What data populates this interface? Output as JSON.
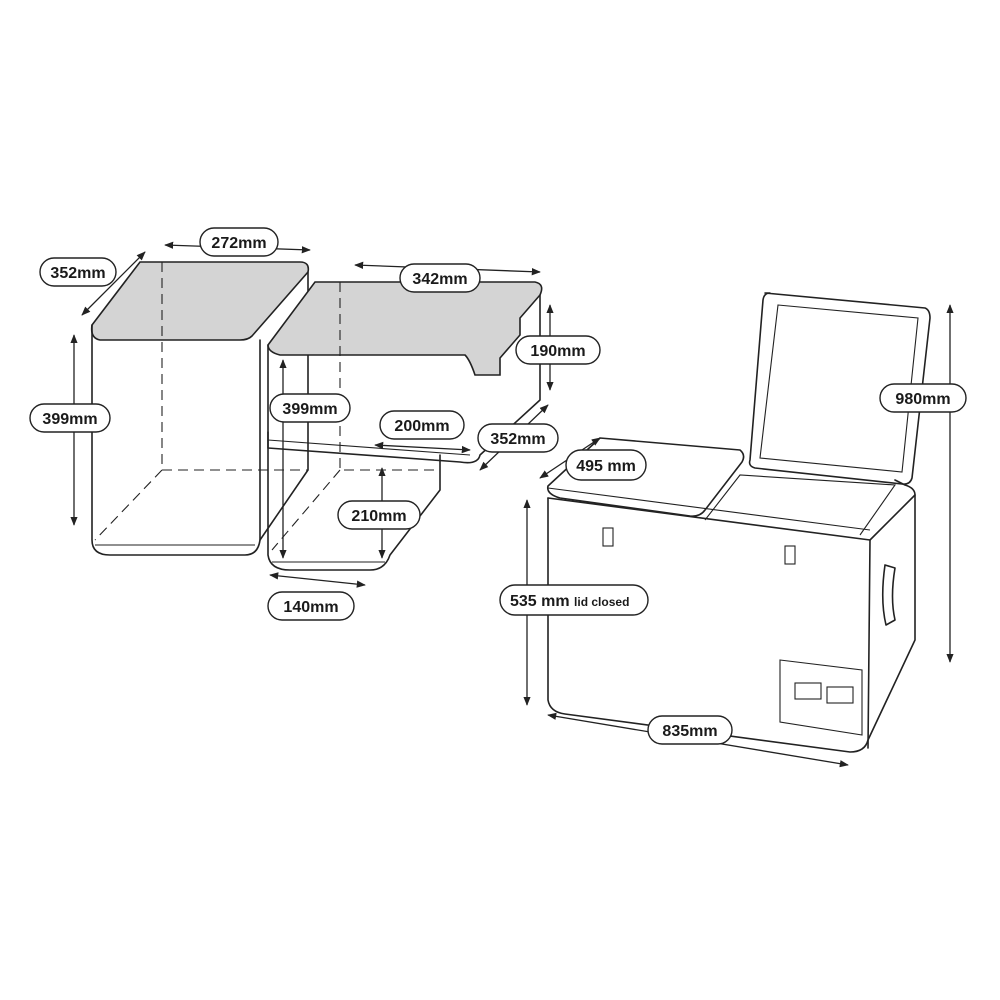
{
  "dimensions": {
    "basket1_depth": "352mm",
    "basket1_width": "272mm",
    "basket1_height": "399mm",
    "basket2_width": "342mm",
    "basket2_step_height": "190mm",
    "basket2_height": "399mm",
    "basket2_step_width": "200mm",
    "basket2_depth": "352mm",
    "basket2_lower_height": "210mm",
    "basket2_lower_width": "140mm",
    "fridge_depth": "495 mm",
    "fridge_open_height": "980mm",
    "fridge_closed_height_value": "535 mm",
    "fridge_closed_height_note": "lid closed",
    "fridge_width": "835mm"
  }
}
